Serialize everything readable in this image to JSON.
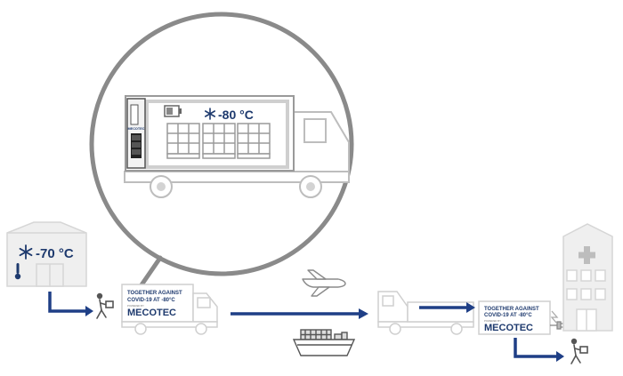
{
  "warehouse": {
    "temperature": "-70 °C"
  },
  "magnified_truck": {
    "temperature": "-80 °C",
    "unit_logo": "MECOTEC"
  },
  "truck_left": {
    "line1": "TOGETHER AGAINST",
    "line2": "COVID-19 AT -80°C",
    "powered_by": "POWERED BY",
    "brand": "MECOTEC"
  },
  "truck_right": {
    "line1": "TOGETHER AGAINST",
    "line2": "COVID-19 AT -80°C",
    "powered_by": "POWERED BY",
    "brand": "MECOTEC"
  },
  "colors": {
    "arrow": "#1f3f86",
    "outline": "#bdbdbd",
    "outline_dark": "#8a8a8a",
    "fill_light": "#eeeeee",
    "text_dark": "#1e3a6e"
  },
  "icons": [
    "snowflake-icon",
    "thermometer-icon",
    "worker-icon",
    "airplane-icon",
    "cargo-ship-icon",
    "plug-icon",
    "medical-cross-icon"
  ]
}
